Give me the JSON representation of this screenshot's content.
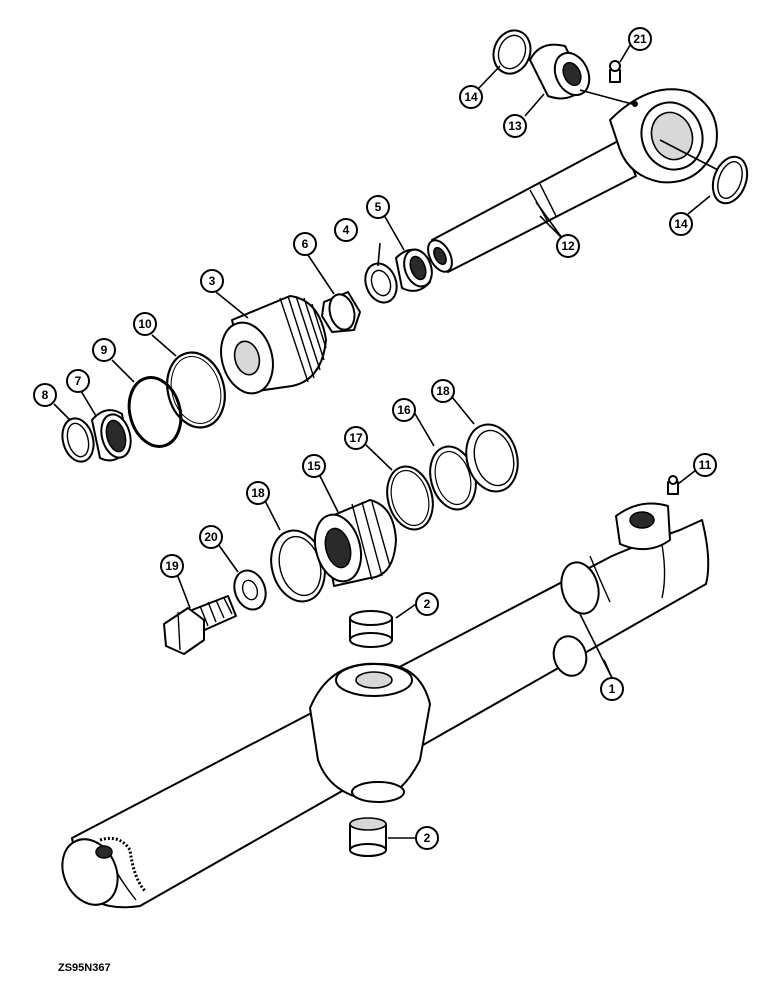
{
  "figure_code": "ZS95N367",
  "callouts": [
    {
      "label": "1"
    },
    {
      "label": "2"
    },
    {
      "label": "2"
    },
    {
      "label": "3"
    },
    {
      "label": "4"
    },
    {
      "label": "5"
    },
    {
      "label": "6"
    },
    {
      "label": "7"
    },
    {
      "label": "8"
    },
    {
      "label": "9"
    },
    {
      "label": "10"
    },
    {
      "label": "11"
    },
    {
      "label": "12"
    },
    {
      "label": "13"
    },
    {
      "label": "14"
    },
    {
      "label": "14"
    },
    {
      "label": "15"
    },
    {
      "label": "16"
    },
    {
      "label": "17"
    },
    {
      "label": "18"
    },
    {
      "label": "18"
    },
    {
      "label": "19"
    },
    {
      "label": "20"
    },
    {
      "label": "21"
    }
  ]
}
